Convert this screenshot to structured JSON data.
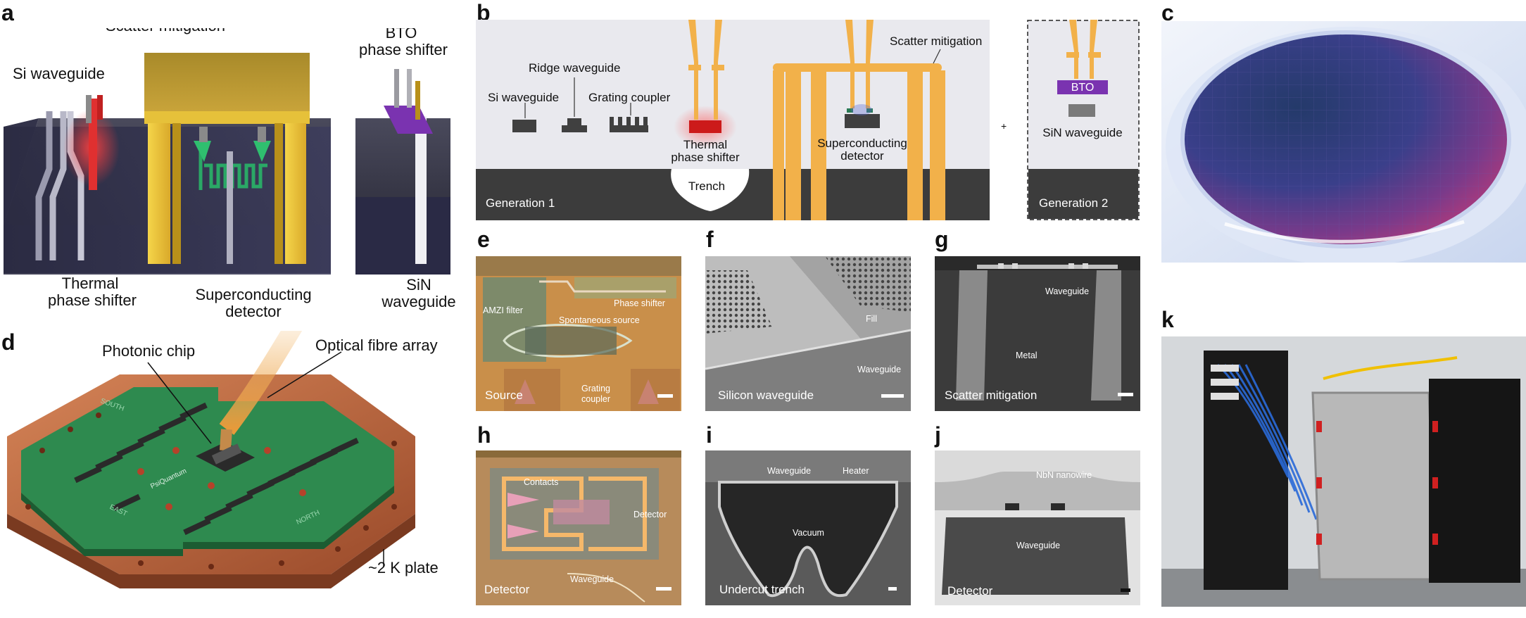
{
  "panel_letters": {
    "a": "a",
    "b": "b",
    "c": "c",
    "d": "d",
    "e": "e",
    "f": "f",
    "g": "g",
    "h": "h",
    "i": "i",
    "j": "j",
    "k": "k"
  },
  "a": {
    "si_waveguide": "Si waveguide",
    "scatter_mitigation": "Scatter mitigation",
    "bto_line1": "BTO",
    "bto_line2": "phase shifter",
    "thermal_line1": "Thermal",
    "thermal_line2": "phase shifter",
    "sc_line1": "Superconducting",
    "sc_line2": "detector",
    "sin_line1": "SiN",
    "sin_line2": "waveguide"
  },
  "b": {
    "ridge_waveguide": "Ridge waveguide",
    "si_waveguide": "Si waveguide",
    "grating_coupler": "Grating coupler",
    "thermal_line1": "Thermal",
    "thermal_line2": "phase shifter",
    "trench": "Trench",
    "scatter_mitigation": "Scatter mitigation",
    "sc_line1": "Superconducting",
    "sc_line2": "detector",
    "generation1": "Generation 1",
    "plus": "+",
    "bto": "BTO",
    "sin_waveguide": "SiN waveguide",
    "generation2": "Generation 2"
  },
  "d": {
    "photonic_chip": "Photonic chip",
    "fibre_array": "Optical fibre array",
    "plate": "~2 K plate",
    "board_text_1": "SOUTH",
    "board_text_2": "EAST",
    "board_text_3": "NORTH",
    "logo_text": "PsiQuantum"
  },
  "e": {
    "amzi": "AMZI filter",
    "phase_shifter": "Phase shifter",
    "spont": "Spontaneous source",
    "grating_1": "Grating",
    "grating_2": "coupler",
    "caption": "Source"
  },
  "f": {
    "fill": "Fill",
    "waveguide": "Waveguide",
    "caption": "Silicon waveguide"
  },
  "g": {
    "waveguide": "Waveguide",
    "metal": "Metal",
    "caption": "Scatter mitigation"
  },
  "h": {
    "contacts": "Contacts",
    "detector_label": "Detector",
    "waveguide": "Waveguide",
    "caption": "Detector"
  },
  "i": {
    "waveguide": "Waveguide",
    "heater": "Heater",
    "vacuum": "Vacuum",
    "caption": "Undercut trench"
  },
  "j": {
    "nbn": "NbN nanowire",
    "waveguide": "Waveguide",
    "caption": "Detector"
  },
  "colors": {
    "gold": "#f2b14a",
    "red": "#d42a2a",
    "purple": "#7a33b0",
    "dark": "#3c3c3c",
    "board_green": "#2e8a4f",
    "copper": "#c1683f"
  }
}
